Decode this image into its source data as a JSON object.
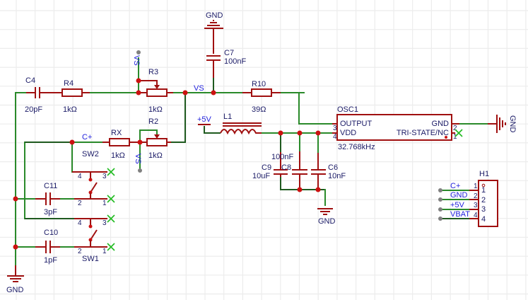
{
  "schematic": {
    "components": {
      "C4": {
        "ref": "C4",
        "value": "20pF"
      },
      "R4": {
        "ref": "R4",
        "value": "1kΩ"
      },
      "R3": {
        "ref": "R3",
        "value": "1kΩ"
      },
      "R2": {
        "ref": "R2",
        "value": "1kΩ"
      },
      "RX": {
        "ref": "RX",
        "value": "1kΩ"
      },
      "C7": {
        "ref": "C7",
        "value": "100nF"
      },
      "R10": {
        "ref": "R10",
        "value": "39Ω"
      },
      "L1": {
        "ref": "L1",
        "value": ""
      },
      "C9": {
        "ref": "C9",
        "value": "10uF"
      },
      "C8": {
        "ref": "C8",
        "value": "100nF"
      },
      "C6": {
        "ref": "C6",
        "value": "10nF"
      },
      "C11": {
        "ref": "C11",
        "value": "3pF"
      },
      "C10": {
        "ref": "C10",
        "value": "1pF"
      },
      "SW2": {
        "ref": "SW2"
      },
      "SW1": {
        "ref": "SW1"
      },
      "OSC1": {
        "ref": "OSC1",
        "value": "32.768kHz",
        "pins": [
          {
            "num": "3",
            "name": "OUTPUT"
          },
          {
            "num": "4",
            "name": "VDD"
          },
          {
            "num": "2",
            "name": "GND"
          },
          {
            "num": "1",
            "name": "TRI-STATE/NC"
          }
        ]
      },
      "H1": {
        "ref": "H1",
        "pins": [
          {
            "num": "1",
            "net": "C+"
          },
          {
            "num": "2",
            "net": "GND"
          },
          {
            "num": "3",
            "net": "+5V"
          },
          {
            "num": "4",
            "net": "VBAT"
          }
        ]
      }
    },
    "nets": {
      "vs": "VS",
      "vs_r3": "VS",
      "vs_r2": "VS",
      "cplus": "C+",
      "plus5v": "+5V",
      "gnd": "GND"
    },
    "switch_pins": {
      "p1": "1",
      "p2": "2",
      "p3": "3",
      "p4": "4"
    }
  }
}
